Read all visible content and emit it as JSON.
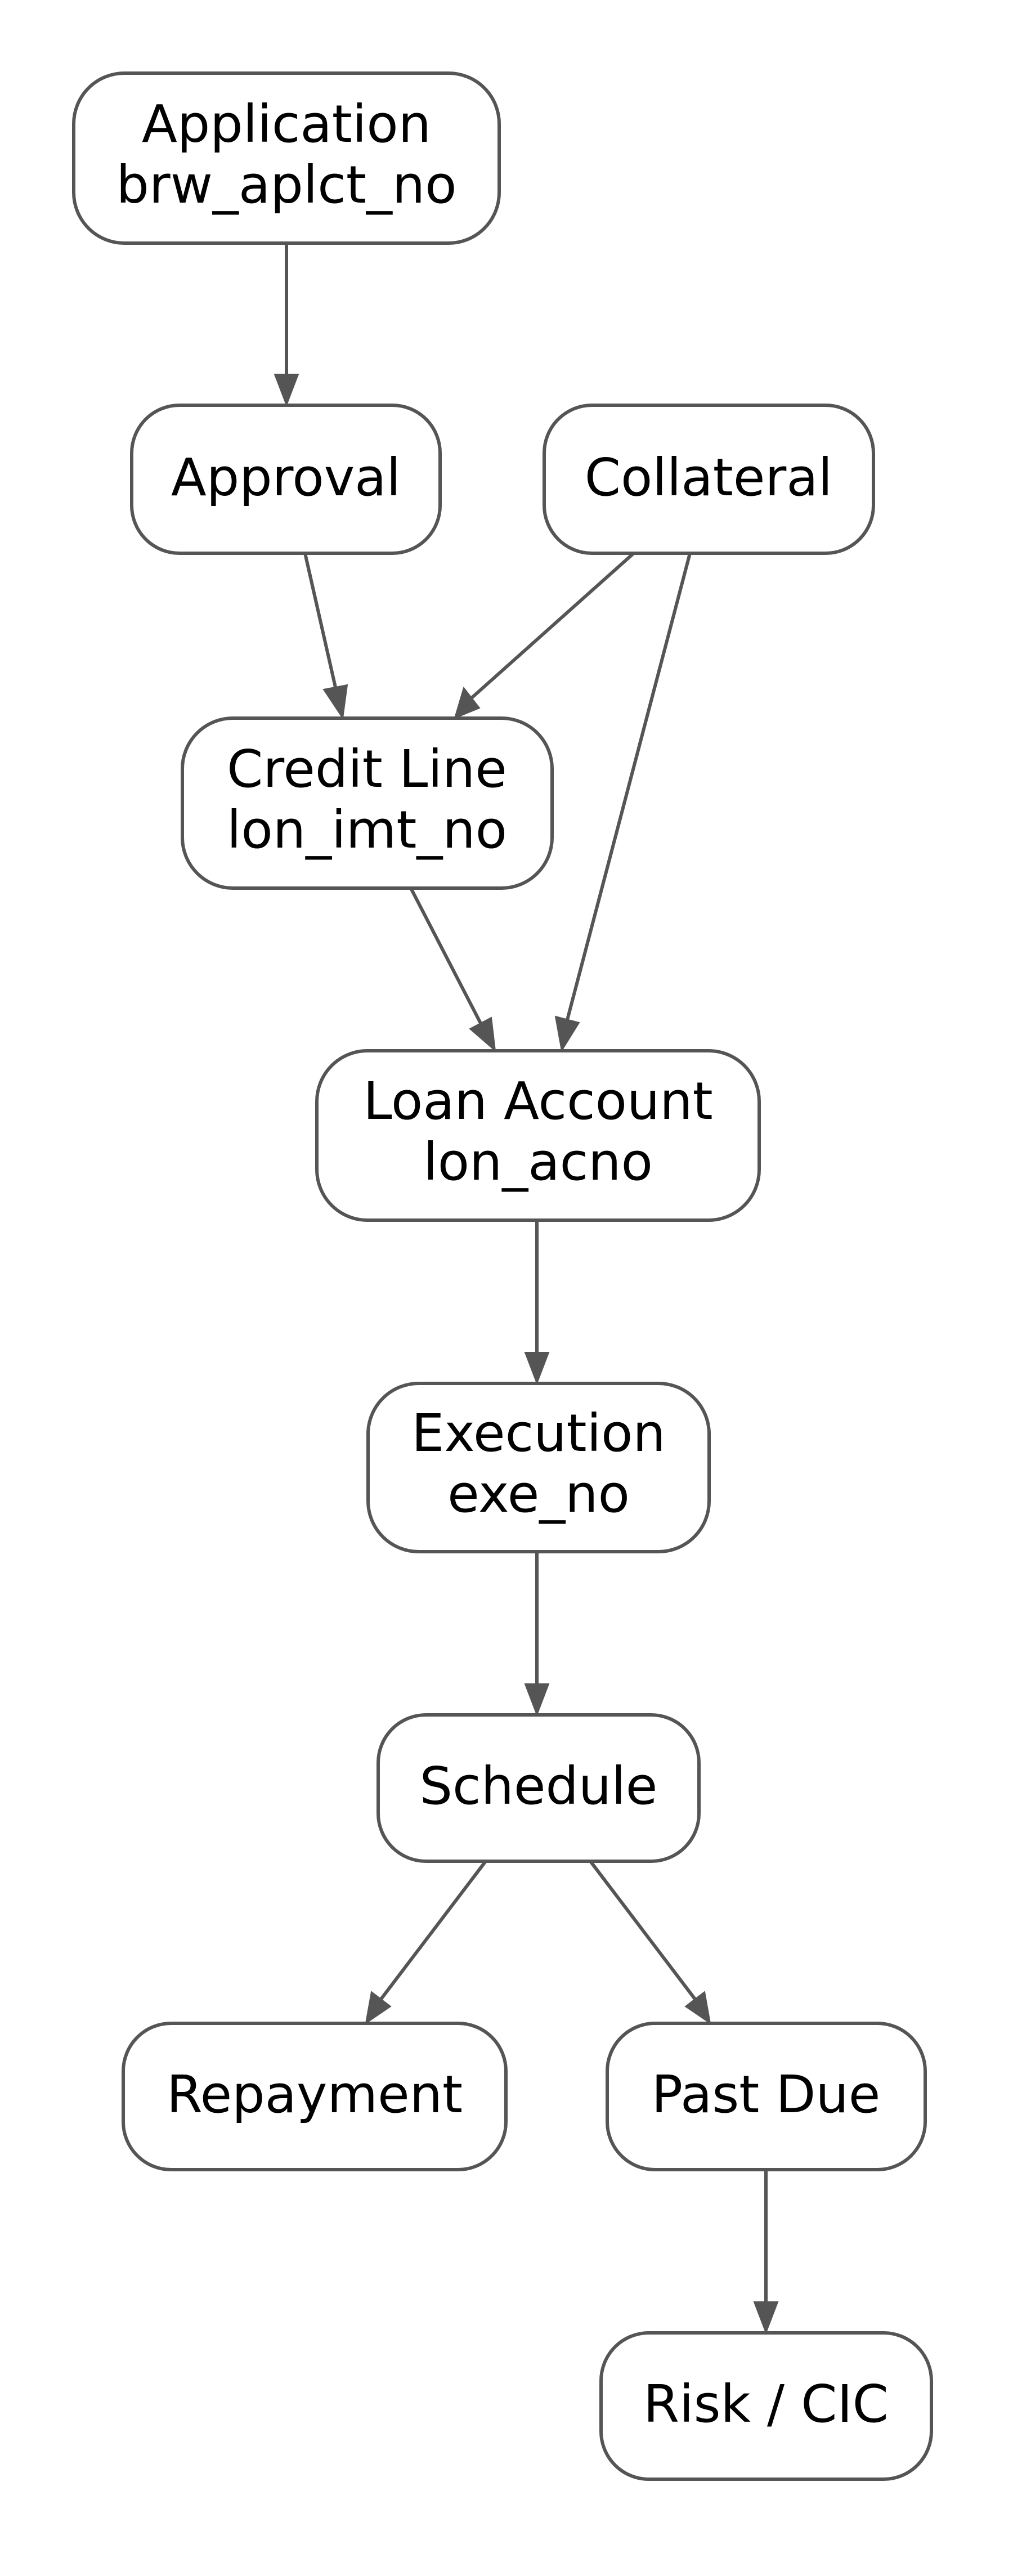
{
  "diagram": {
    "nodes": {
      "application": {
        "line1": "Application",
        "line2": "brw_aplct_no"
      },
      "approval": {
        "line1": "Approval"
      },
      "collateral": {
        "line1": "Collateral"
      },
      "credit_line": {
        "line1": "Credit Line",
        "line2": "lon_imt_no"
      },
      "loan_account": {
        "line1": "Loan Account",
        "line2": "lon_acno"
      },
      "execution": {
        "line1": "Execution",
        "line2": "exe_no"
      },
      "schedule": {
        "line1": "Schedule"
      },
      "repayment": {
        "line1": "Repayment"
      },
      "past_due": {
        "line1": "Past Due"
      },
      "risk_cic": {
        "line1": "Risk / CIC"
      }
    },
    "edges": [
      {
        "from": "application",
        "to": "approval"
      },
      {
        "from": "approval",
        "to": "credit_line"
      },
      {
        "from": "collateral",
        "to": "credit_line"
      },
      {
        "from": "collateral",
        "to": "loan_account"
      },
      {
        "from": "credit_line",
        "to": "loan_account"
      },
      {
        "from": "loan_account",
        "to": "execution"
      },
      {
        "from": "execution",
        "to": "schedule"
      },
      {
        "from": "schedule",
        "to": "repayment"
      },
      {
        "from": "schedule",
        "to": "past_due"
      },
      {
        "from": "past_due",
        "to": "risk_cic"
      }
    ],
    "colors": {
      "stroke": "#555555",
      "fill": "#ffffff",
      "text": "#000000"
    }
  }
}
